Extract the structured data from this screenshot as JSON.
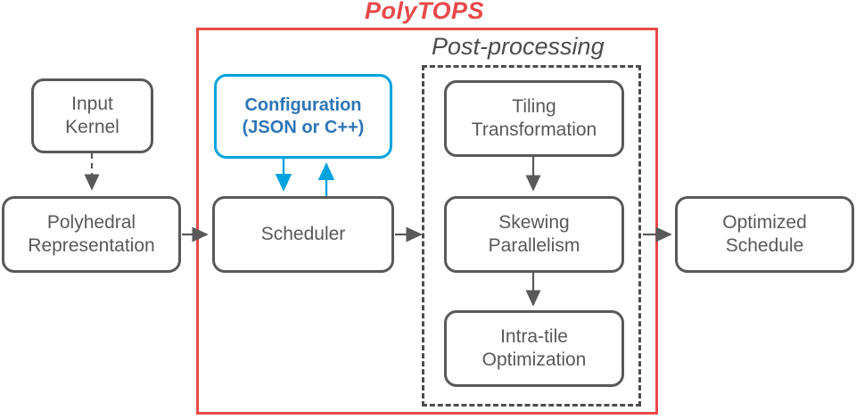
{
  "diagram": {
    "title": "PolyTOPS",
    "group_label": "Post-processing",
    "colors": {
      "frame_red": "#e8494a",
      "config_border": "#00a3e0",
      "config_text": "#2e75b6",
      "node_border": "#595959",
      "node_text": "#595959",
      "dashed_border": "#4d4d4d"
    },
    "nodes": {
      "input_kernel": "Input\nKernel",
      "polyhedral_representation": "Polyhedral\nRepresentation",
      "configuration": "Configuration\n(JSON or C++)",
      "scheduler": "Scheduler",
      "tiling_transformation": "Tiling\nTransformation",
      "skewing_parallelism": "Skewing\nParallelism",
      "intra_tile_optimization": "Intra-tile\nOptimization",
      "optimized_schedule": "Optimized\nSchedule"
    },
    "edges": [
      {
        "name": "input-kernel-to-polyhedral",
        "style": "dashed",
        "color": "#595959"
      },
      {
        "name": "polyhedral-to-scheduler",
        "style": "solid",
        "color": "#595959"
      },
      {
        "name": "configuration-to-scheduler",
        "style": "solid",
        "color": "#00a3e0"
      },
      {
        "name": "scheduler-to-configuration",
        "style": "solid",
        "color": "#00a3e0"
      },
      {
        "name": "scheduler-to-postprocessing",
        "style": "solid",
        "color": "#595959"
      },
      {
        "name": "tiling-to-skewing",
        "style": "solid",
        "color": "#595959"
      },
      {
        "name": "skewing-to-intratile",
        "style": "solid",
        "color": "#595959"
      },
      {
        "name": "postprocessing-to-optimized-schedule",
        "style": "solid",
        "color": "#595959"
      }
    ]
  }
}
